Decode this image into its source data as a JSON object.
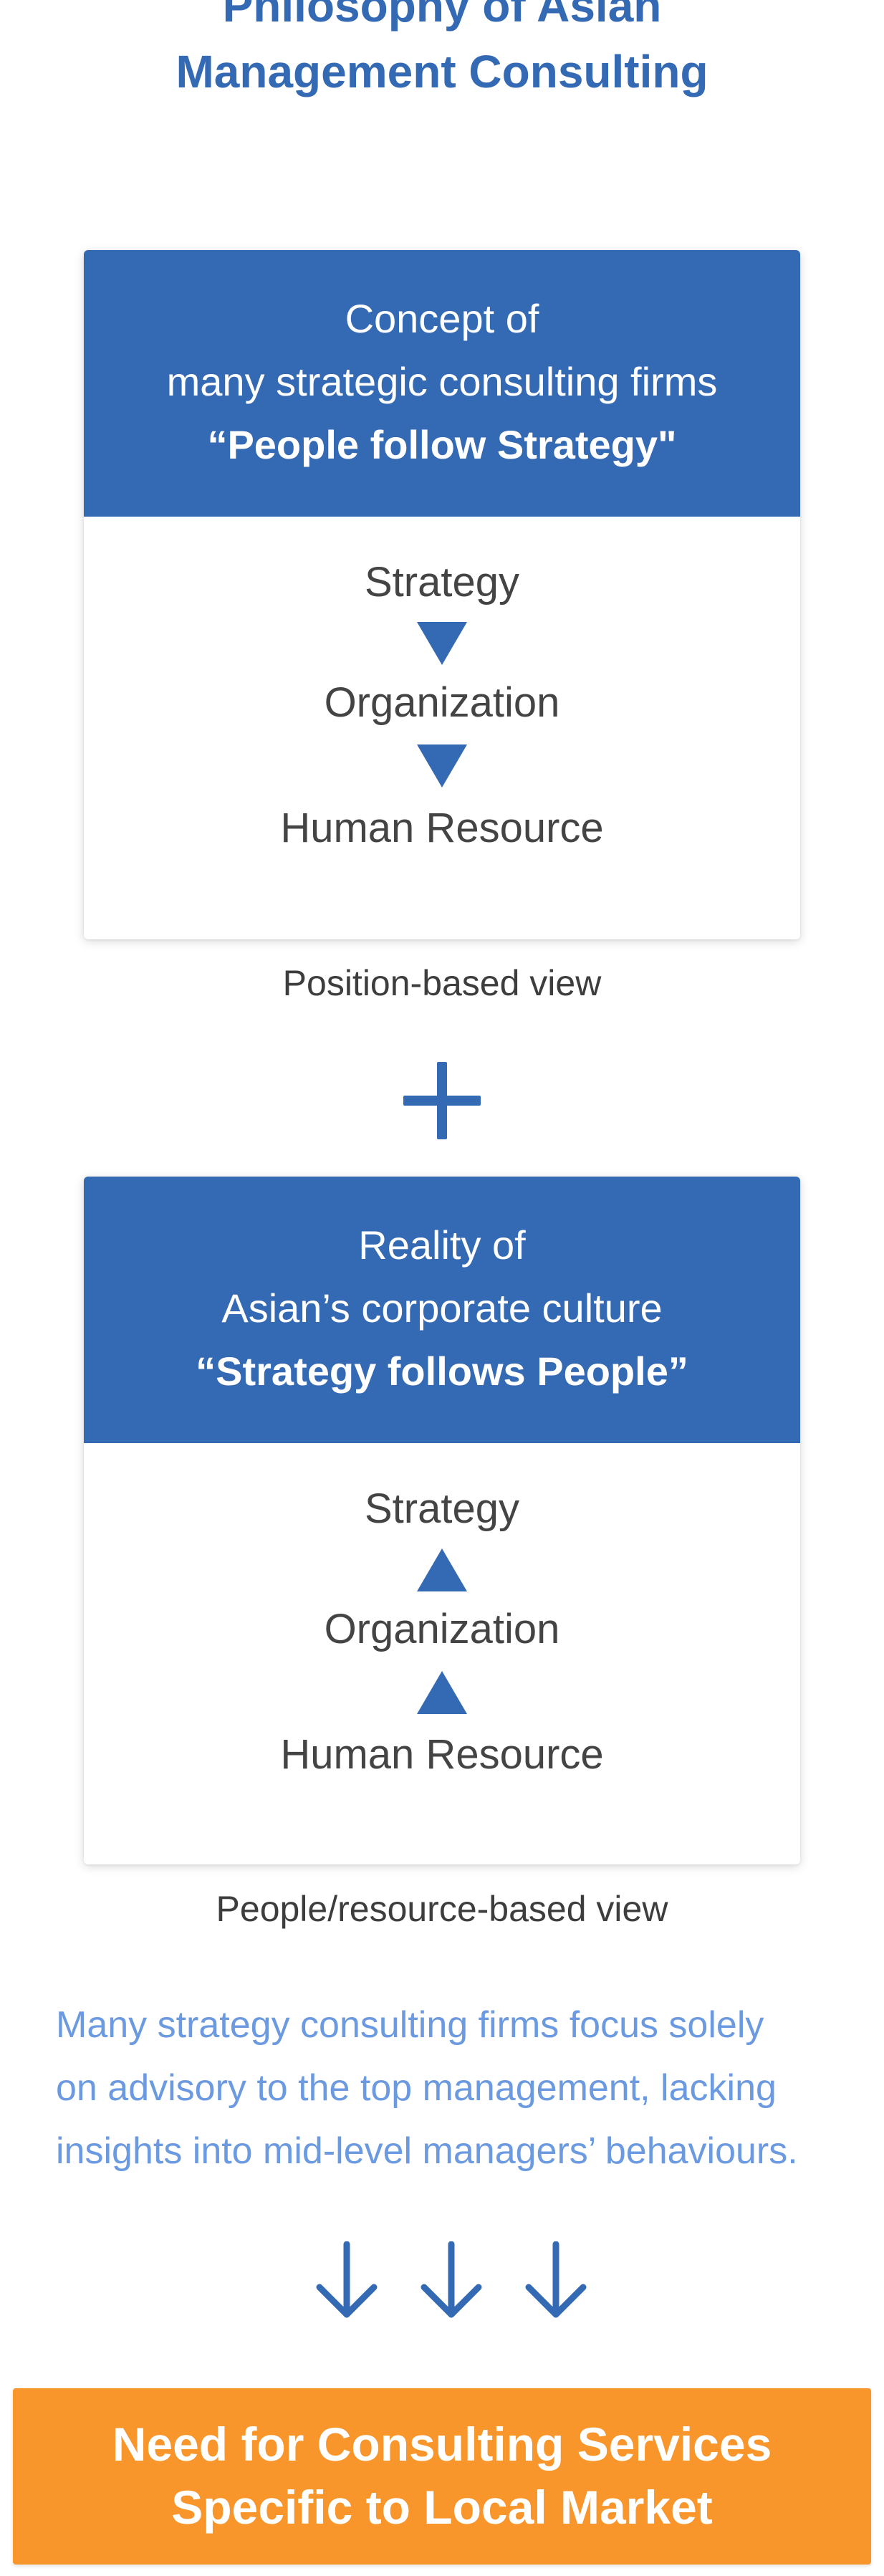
{
  "title": {
    "line1": "Philosophy of Asian",
    "line2": "Management Consulting"
  },
  "card_concept": {
    "header_line1": "Concept of",
    "header_line2": "many strategic consulting firms",
    "header_quote": "“People follow Strategy\"",
    "nodes": [
      "Strategy",
      "Organization",
      "Human Resource"
    ],
    "arrow_direction": "down",
    "caption": "Position-based view"
  },
  "connector": {
    "icon": "plus-icon"
  },
  "card_reality": {
    "header_line1": "Reality of",
    "header_line2": "Asian’s corporate culture",
    "header_quote": "“Strategy follows People”",
    "nodes": [
      "Strategy",
      "Organization",
      "Human Resource"
    ],
    "arrow_direction": "up",
    "caption": "People/resource-based view"
  },
  "note": {
    "line1": "Many strategy consulting firms focus solely",
    "line2": "on advisory to the top management, lacking",
    "line3": "insights into mid-level managers’ behaviours."
  },
  "flow_arrows": {
    "icon": "arrow-down-icon",
    "count": 3
  },
  "conclusion": {
    "line1": "Need for Consulting Services",
    "line2": "Specific to Local Market"
  },
  "colors": {
    "primary_blue": "#3469b4",
    "note_blue": "#6b9ae0",
    "accent_orange": "#f8962c",
    "text_dark": "#444444"
  }
}
